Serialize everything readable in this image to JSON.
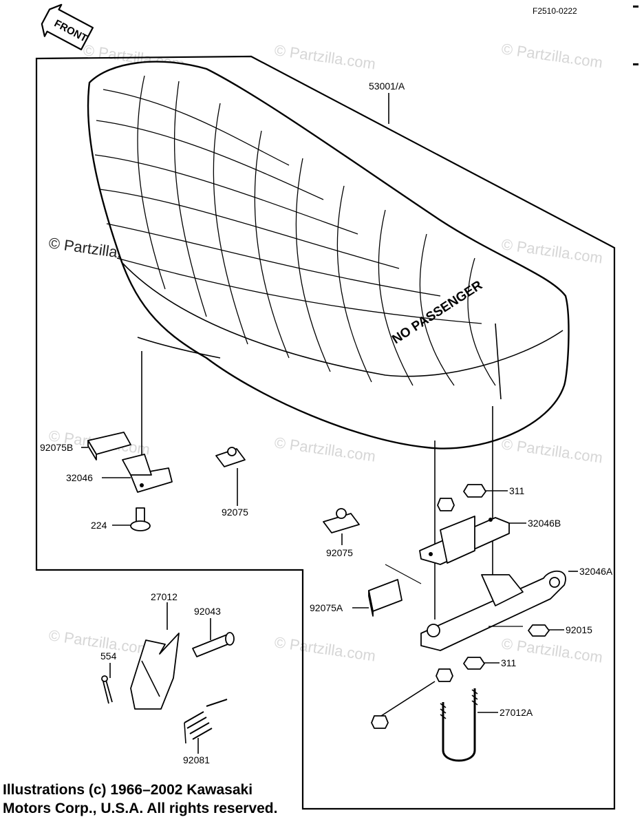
{
  "figure_code": "F2510-0222",
  "front_tag": "FRONT",
  "seat_text": "NO PASSENGER",
  "watermark_main": "© Partzilla.com",
  "watermark": "© Partzilla.com",
  "parts": {
    "seat": "53001/A",
    "rubber_left": "92075B",
    "bracket_left": "32046",
    "bolt_left": "224",
    "damper_center": "92075",
    "damper_mid": "92075",
    "nut_top": "311",
    "bracket_b": "32046B",
    "bracket_a": "32046A",
    "rubber_right": "92075A",
    "nut_flange": "92015",
    "nut_lower": "311",
    "u_bolt": "27012A",
    "hinge": "27012",
    "pin": "92043",
    "cotter_pin": "554",
    "spring": "92081"
  },
  "copyright": {
    "line1": "Illustrations (c) 1966–2002 Kawasaki",
    "line2": "Motors Corp., U.S.A.  All rights reserved."
  }
}
